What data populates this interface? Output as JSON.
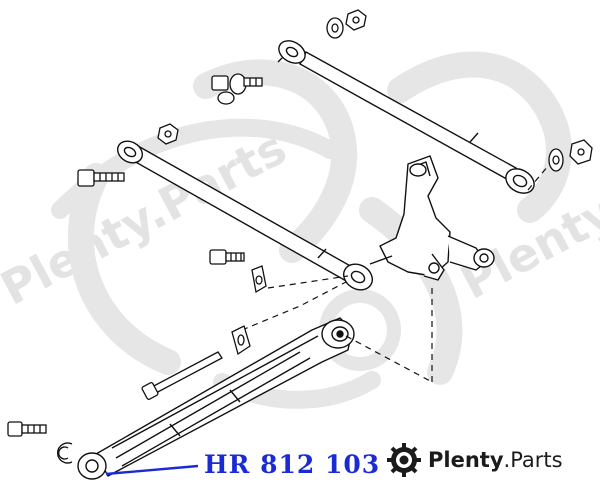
{
  "part_label": {
    "text": "HR 812 103",
    "color": "#1a2bd6"
  },
  "brand": {
    "name_bold": "Plenty",
    "name_rest": ".Parts",
    "icon": "gear-logo-icon"
  },
  "watermark": {
    "text": "Plenty.Parts",
    "color": "#e3e3e3"
  },
  "diagram": {
    "subject": "rear suspension exploded view",
    "parts": [
      "trailing-arm",
      "upper-lateral-link",
      "lower-lateral-link",
      "knuckle-spindle",
      "bolt",
      "nut",
      "washer",
      "cam-plate"
    ]
  }
}
